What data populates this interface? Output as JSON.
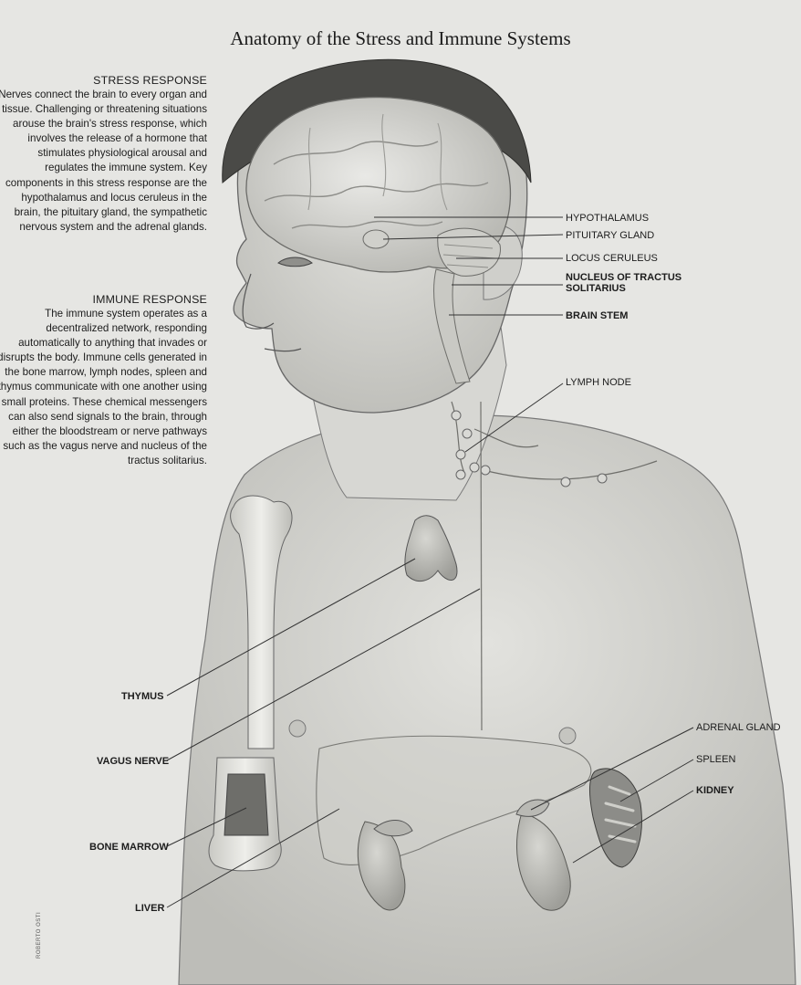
{
  "title": "Anatomy of the Stress and Immune Systems",
  "stress_response": {
    "heading": "STRESS RESPONSE",
    "body": "Nerves connect the brain to every organ and tissue. Challenging or threatening situations arouse the brain's stress response, which involves the release of a hormone that stimulates physiological arousal and regulates the immune system. Key components in this stress response are the hypothalamus and locus ceruleus in the brain, the pituitary gland, the sympathetic nervous system and the adrenal glands."
  },
  "immune_response": {
    "heading": "IMMUNE RESPONSE",
    "body": "The immune system operates as a decentralized network, responding automatically to anything that invades or disrupts the body. Immune cells generated in the bone marrow, lymph nodes, spleen and thymus communicate with one another using small proteins. These chemical messengers can also send signals to the brain, through either the bloodstream or nerve pathways such as the vagus nerve and nucleus of the tractus solitarius."
  },
  "labels": {
    "hypothalamus": "HYPOTHALAMUS",
    "pituitary_gland": "PITUITARY GLAND",
    "locus_ceruleus": "LOCUS CERULEUS",
    "nucleus_line1": "NUCLEUS OF TRACTUS",
    "nucleus_line2": "SOLITARIUS",
    "brain_stem": "BRAIN STEM",
    "lymph_node": "LYMPH NODE",
    "thymus": "THYMUS",
    "vagus_nerve": "VAGUS NERVE",
    "bone_marrow": "BONE MARROW",
    "liver": "LIVER",
    "adrenal_gland": "ADRENAL GLAND",
    "spleen": "SPLEEN",
    "kidney": "KIDNEY"
  },
  "credit": "ROBERTO OSTI",
  "colors": {
    "background": "#e6e6e3",
    "ink": "#1b1b1b",
    "skin": "#d8d8d4",
    "organ": "#c4c4bf"
  }
}
